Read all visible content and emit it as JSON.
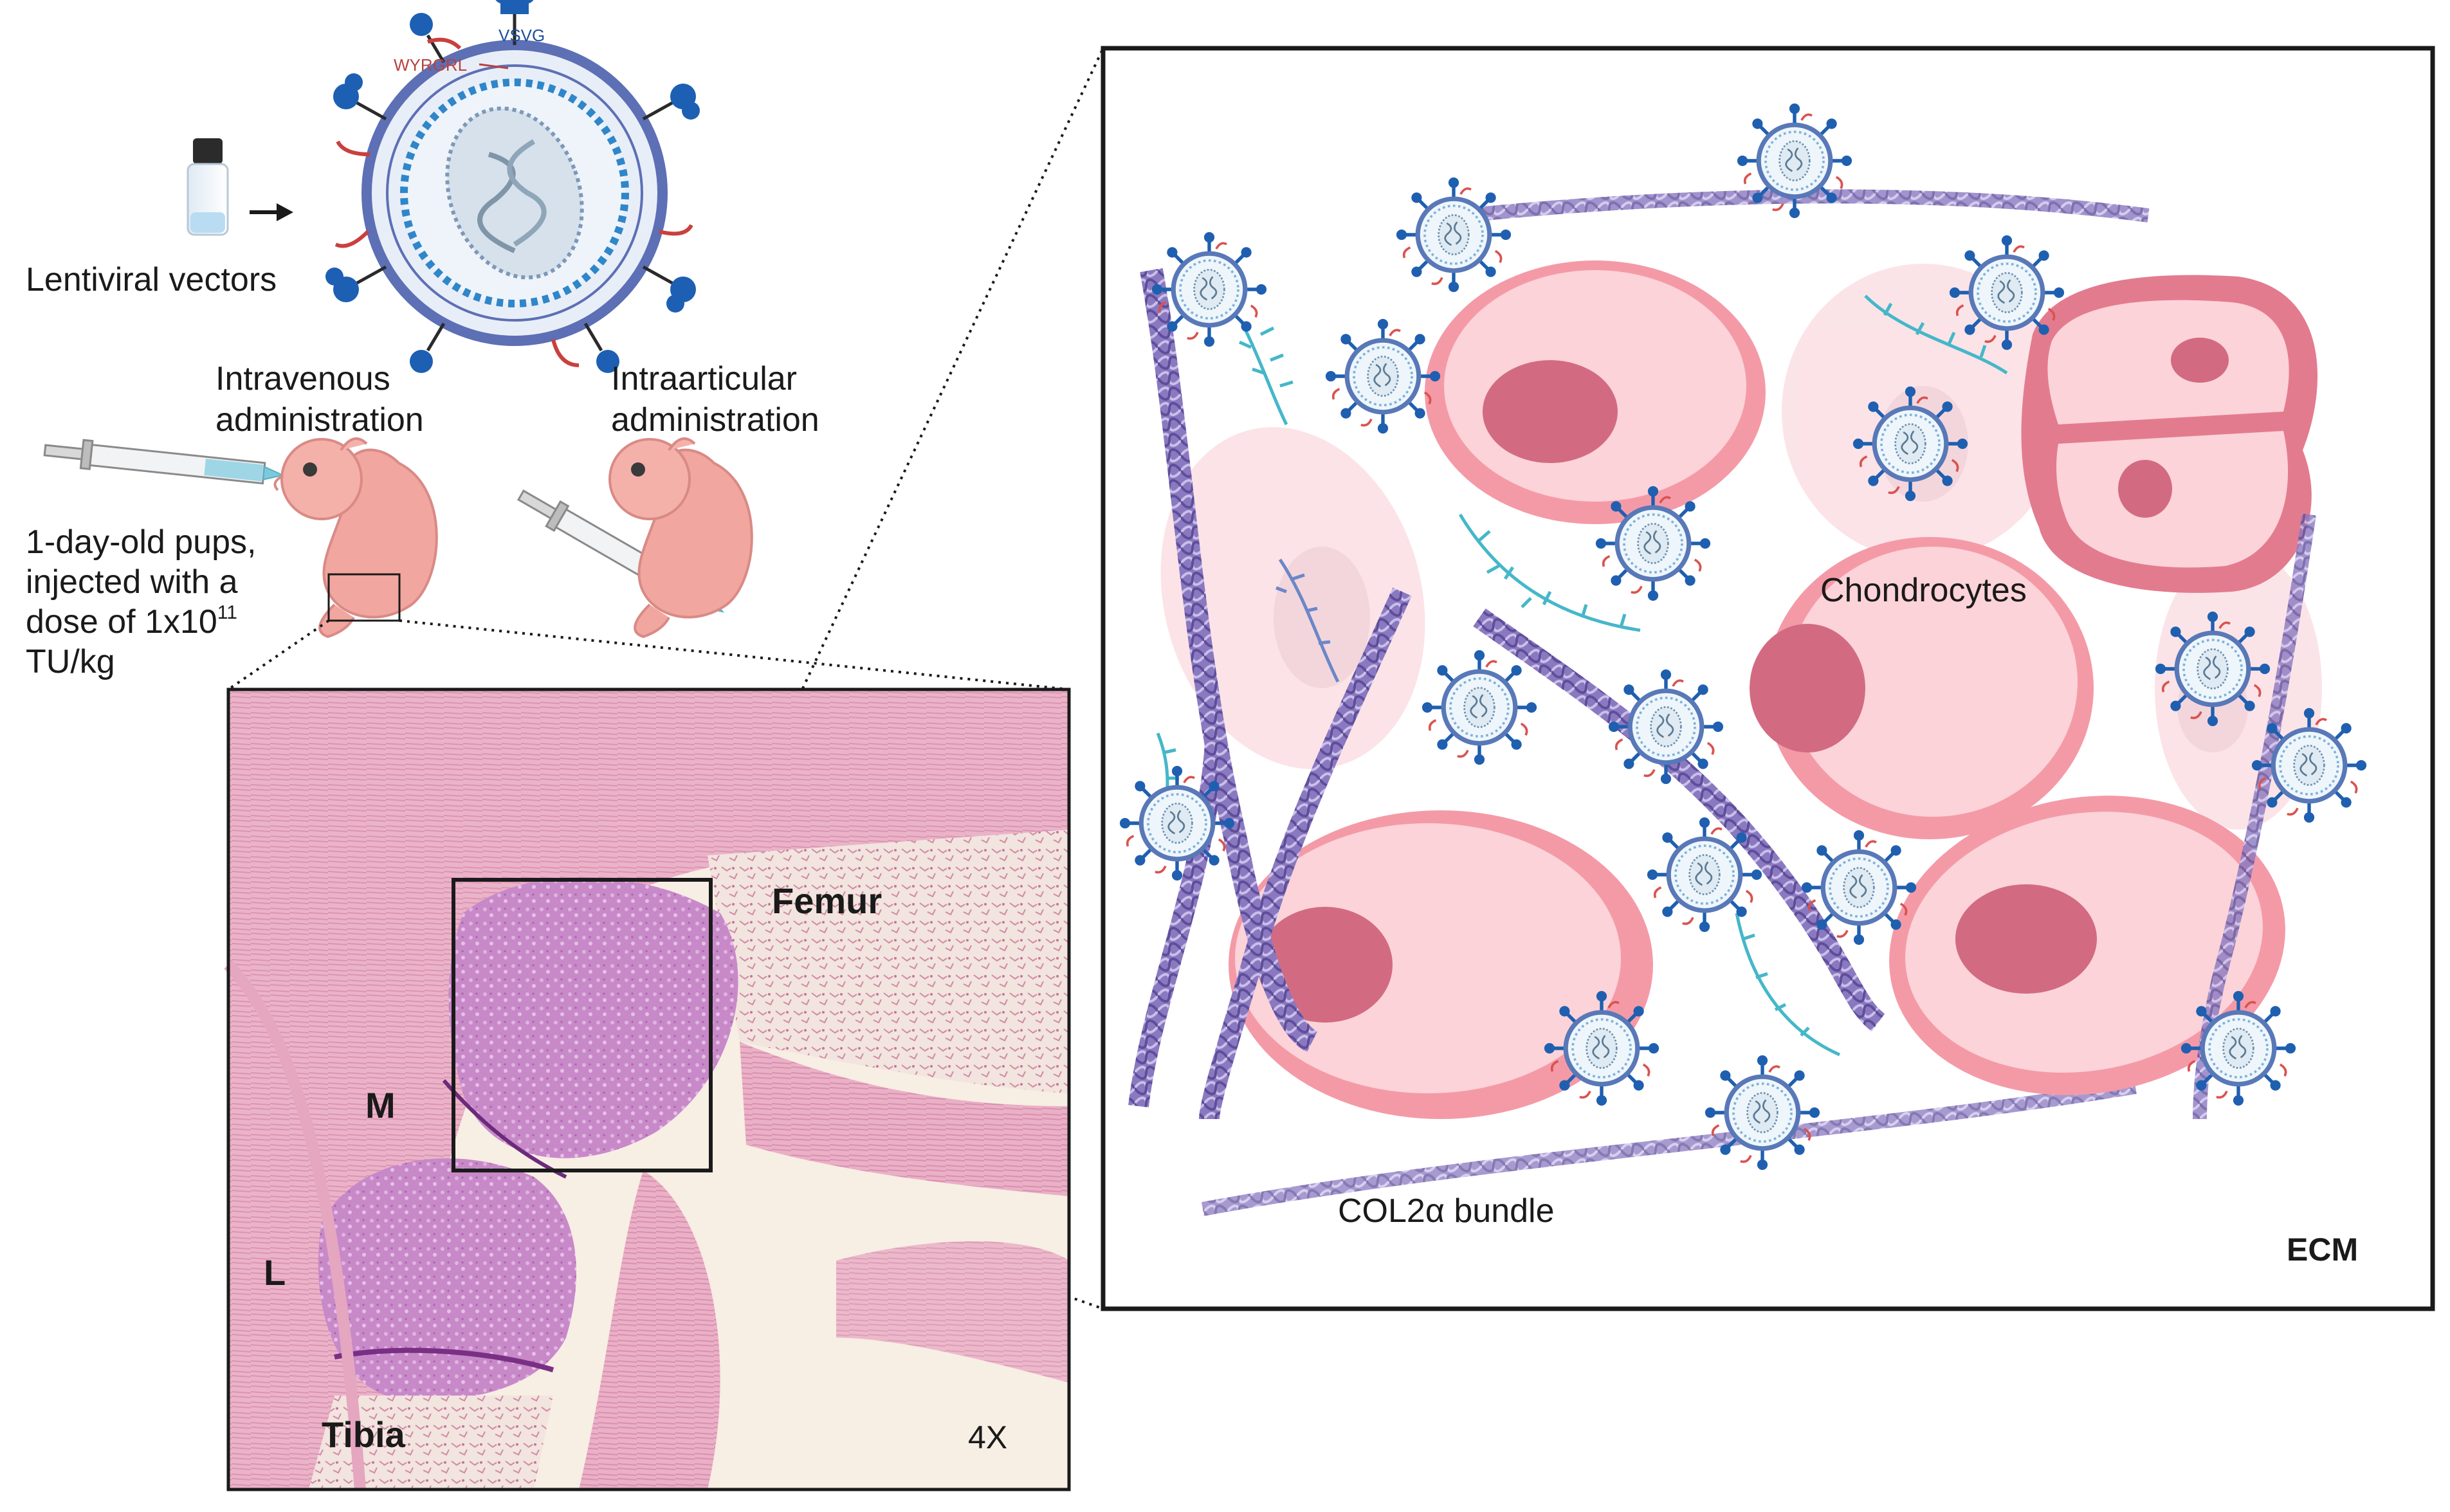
{
  "labels": {
    "lentiviral_vectors": "Lentiviral vectors",
    "vsvg": "VSVG",
    "wyrgrl": "WYRGRL",
    "intravenous_line1": "Intravenous",
    "intravenous_line2": "administration",
    "intraarticular_line1": "Intraarticular",
    "intraarticular_line2": "administration",
    "pups_line1": "1-day-old pups,",
    "pups_line2": "injected with a",
    "pups_line3_prefix": "dose of 1x10",
    "pups_line3_sup": "11",
    "pups_line4": "TU/kg",
    "femur": "Femur",
    "tibia": "Tibia",
    "m": "M",
    "l": "L",
    "magnification": "4X",
    "chondrocytes": "Chondrocytes",
    "col2a_bundle": "COL2α bundle",
    "ecm": "ECM"
  },
  "colors": {
    "cell_outer": "#f39aa6",
    "cell_inner": "#fbd0d6",
    "nucleus": "#d4677f",
    "collagen": "#7a6ab0",
    "virus_ring": "#5878b8",
    "virus_spike": "#1f5fb0",
    "histology_bg": "#f7eee4",
    "histology_tissue": "#e7a8c4",
    "cartilage": "#c78cc8"
  }
}
